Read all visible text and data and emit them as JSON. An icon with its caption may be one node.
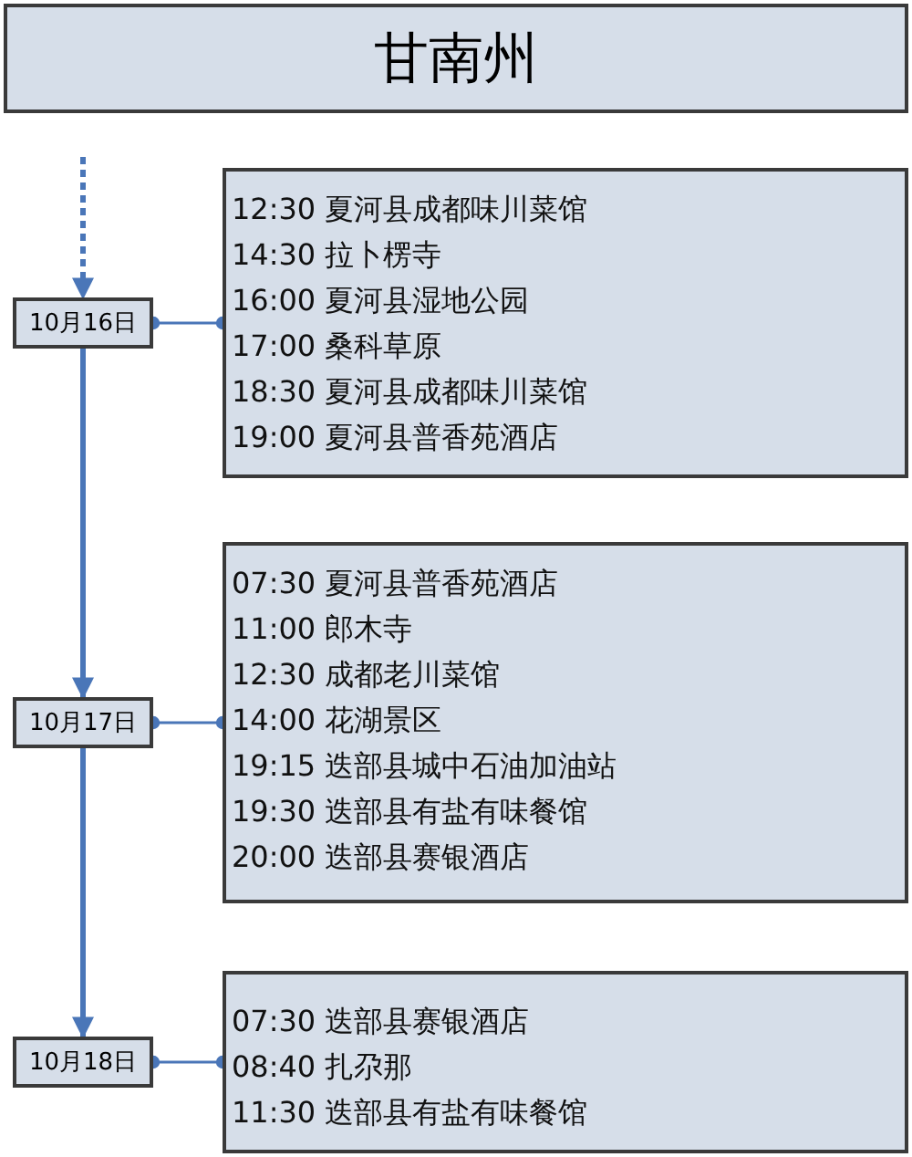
{
  "diagram": {
    "nodes": [
      {
        "text": [
          "甘南州"
        ]
      },
      {
        "text": [
          "10月16日"
        ]
      },
      {
        "text": [
          "12:30 夏河县成都味川菜馆",
          "14:30 拉卜楞寺",
          "16:00 夏河县湿地公园",
          "17:00 桑科草原",
          "18:30 夏河县成都味川菜馆",
          "19:00 夏河县普香苑酒店"
        ]
      },
      {
        "text": [
          "10月17日"
        ]
      },
      {
        "text": [
          "07:30 夏河县普香苑酒店",
          "11:00 郎木寺",
          "12:30 成都老川菜馆",
          "14:00 花湖景区",
          "19:15 迭部县城中石油加油站",
          "19:30 迭部县有盐有味餐馆",
          "20:00 迭部县赛银酒店"
        ]
      },
      {
        "text": [
          "10月18日"
        ]
      },
      {
        "text": [
          "07:30 迭部县赛银酒店",
          "08:40 扎尕那",
          "11:30 迭部县有盐有味餐馆"
        ]
      }
    ],
    "edges": [
      {
        "from": null,
        "to": 1,
        "arrow": "to",
        "style": "dashed"
      },
      {
        "from": 1,
        "to": 3,
        "arrow": "to",
        "style": "thick"
      },
      {
        "from": 3,
        "to": 5,
        "arrow": "to",
        "style": "thick"
      },
      {
        "from": 1,
        "to": 2,
        "arrow": "other"
      },
      {
        "from": 3,
        "to": 4,
        "arrow": "other"
      },
      {
        "from": 5,
        "to": 6,
        "arrow": "other"
      }
    ]
  }
}
